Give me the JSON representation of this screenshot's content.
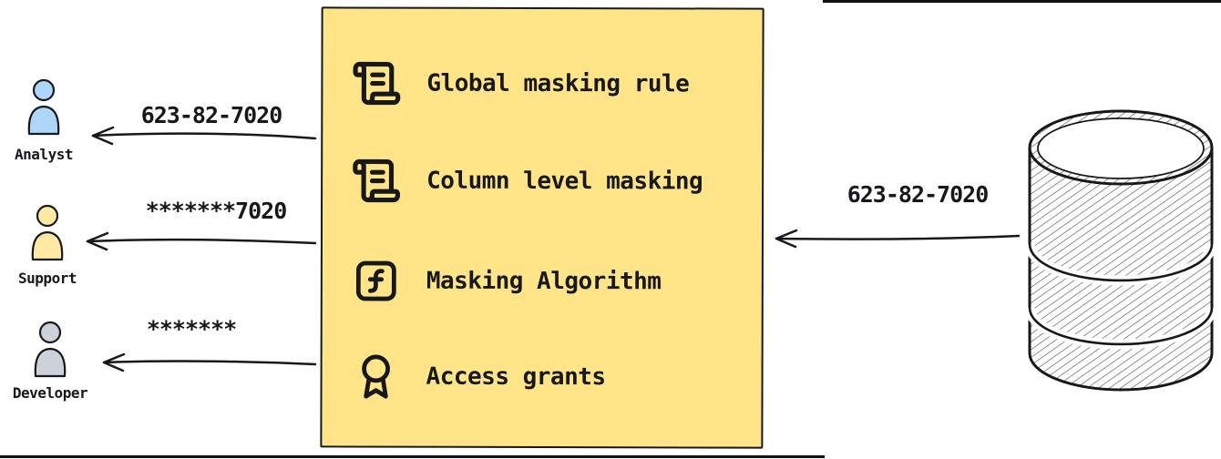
{
  "masking_box": {
    "bg_color": "#ffe587",
    "items": [
      {
        "label": "Global masking rule",
        "icon": "scroll-text-icon"
      },
      {
        "label": "Column level masking",
        "icon": "scroll-text-icon"
      },
      {
        "label": "Masking Algorithm",
        "icon": "function-square-icon"
      },
      {
        "label": "Access grants",
        "icon": "award-icon"
      }
    ]
  },
  "consumers": [
    {
      "role": "Analyst",
      "received_value": "623-82-7020",
      "icon": "person-icon",
      "icon_color": "#aed6fb"
    },
    {
      "role": "Support",
      "received_value": "*******7020",
      "icon": "person-icon",
      "icon_color": "#ffe9a3"
    },
    {
      "role": "Developer",
      "received_value": "*******",
      "icon": "person-icon",
      "icon_color": "#cdd2da"
    }
  ],
  "source": {
    "icon": "database-icon",
    "outgoing_value": "623-82-7020"
  },
  "colors": {
    "ink": "#17181c",
    "box_bg": "#ffe587",
    "analyst": "#aed6fb",
    "support": "#ffe9a3",
    "developer": "#cdd2da"
  }
}
